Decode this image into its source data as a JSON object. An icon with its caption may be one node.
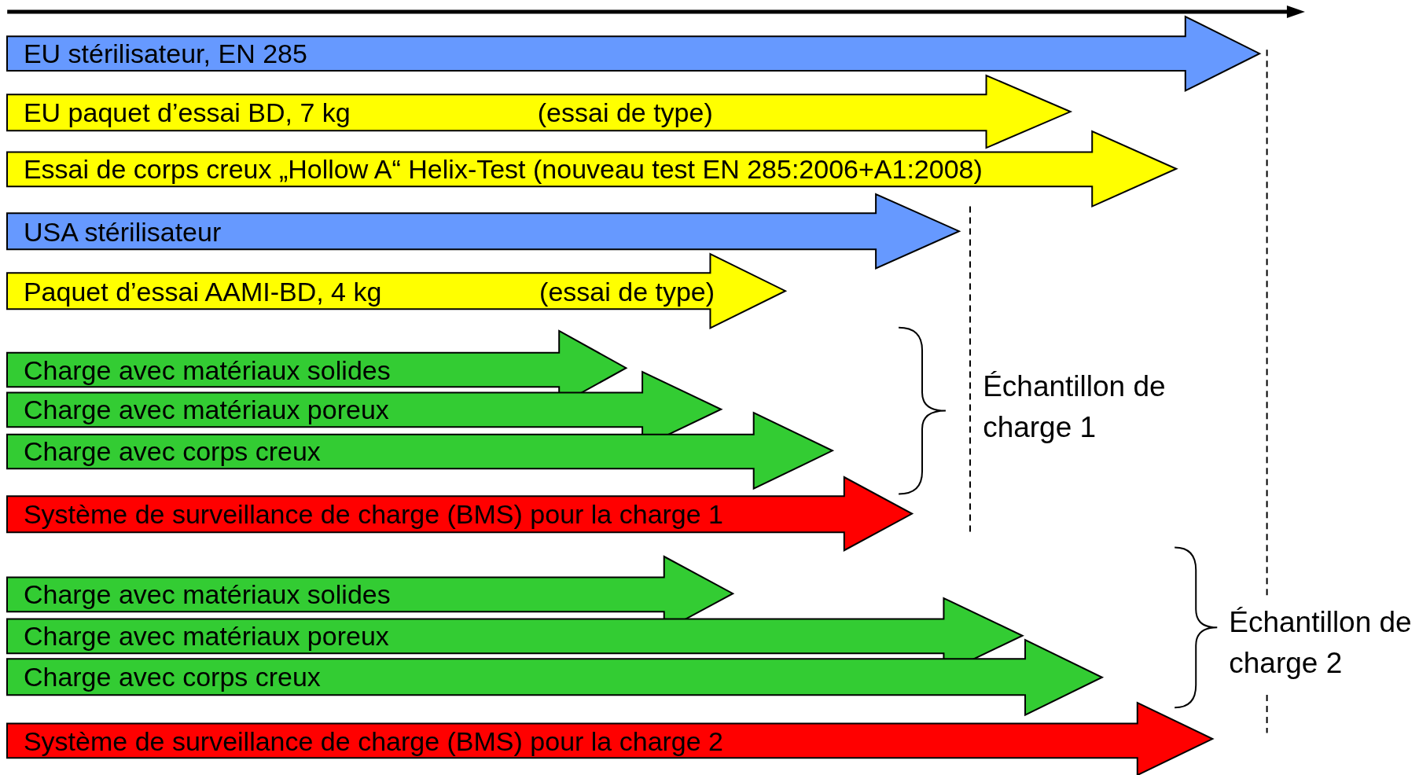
{
  "diagram": {
    "nodes": [
      {
        "text": [
          "EU stérilisateur, EN 285"
        ]
      },
      {
        "text": [
          "EU paquet d’essai BD, 7 kg",
          "(essai de type)"
        ]
      },
      {
        "text": [
          "Essai de corps creux „Hollow A“ Helix-Test (nouveau test EN 285:2006+A1:2008)"
        ]
      },
      {
        "text": [
          "USA stérilisateur"
        ]
      },
      {
        "text": [
          "Paquet d’essai AAMI-BD, 4 kg",
          "(essai de type)"
        ]
      },
      {
        "text": [
          "Charge avec matériaux solides"
        ]
      },
      {
        "text": [
          "Charge avec matériaux poreux"
        ]
      },
      {
        "text": [
          "Charge avec corps creux"
        ]
      },
      {
        "text": [
          "Système de surveillance de charge (BMS) pour la charge 1"
        ]
      },
      {
        "text": [
          "Charge avec matériaux solides"
        ]
      },
      {
        "text": [
          "Charge avec matériaux poreux"
        ]
      },
      {
        "text": [
          "Charge avec corps creux"
        ]
      },
      {
        "text": [
          "Système de surveillance de charge (BMS) pour la charge 2"
        ]
      }
    ],
    "edges": [],
    "labels": [
      "Échantillon de charge 1",
      "Échantillon de charge 2"
    ]
  }
}
